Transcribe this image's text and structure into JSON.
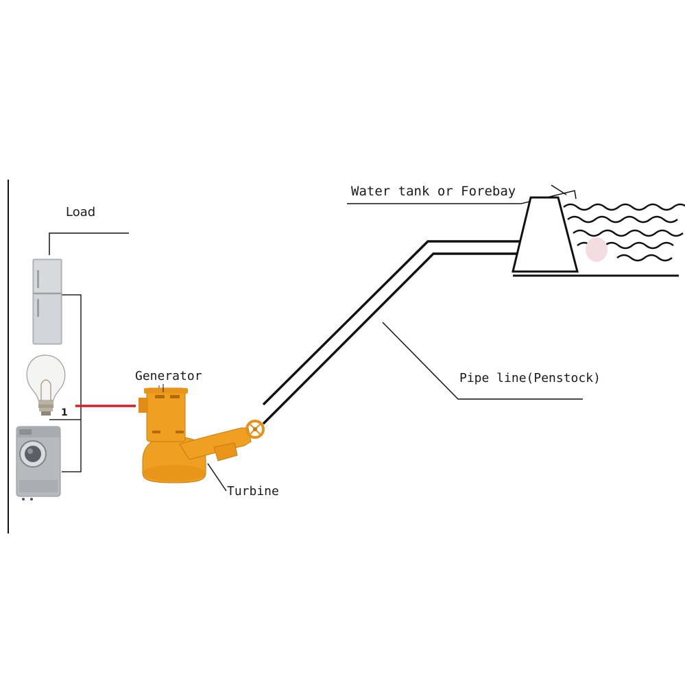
{
  "labels": {
    "load": "Load",
    "generator": "Generator",
    "turbine": "Turbine",
    "water_tank": "Water tank or Forebay",
    "pipe_line": "Pipe line(Penstock)",
    "terminal": "1"
  },
  "colors": {
    "line": "#111111",
    "connection": "#d0202a",
    "turbine_body": "#f0a020",
    "turbine_shade": "#c77a10",
    "appliance_gray": "#b8bcc0",
    "bubble": "#f3dde0"
  }
}
